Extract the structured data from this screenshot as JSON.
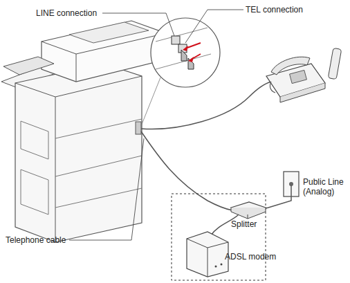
{
  "diagram": {
    "labels": [
      "LINE connection",
      "TEL connection",
      "Public Line (Analog)",
      "Splitter",
      "ADSL modem",
      "Telephone cable"
    ]
  }
}
